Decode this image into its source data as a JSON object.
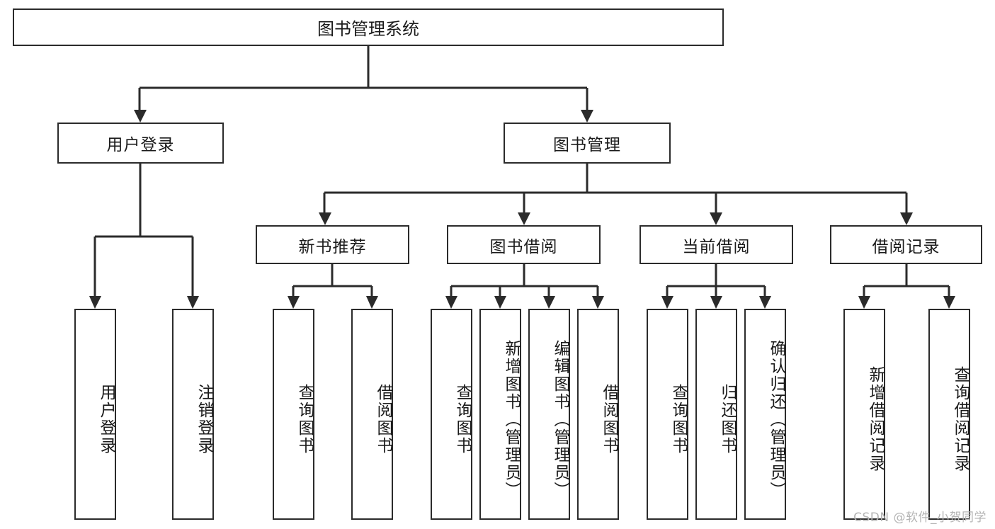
{
  "diagram": {
    "title": "图书管理系统",
    "type": "tree",
    "watermark": "CSDN @软件_小贺同学",
    "colors": {
      "box_border": "#2b2b2b",
      "box_fill": "#ffffff",
      "line": "#2b2b2b",
      "text": "#1a1a1a",
      "watermark": "#b4b4b4",
      "background": "#ffffff"
    },
    "nodes": {
      "root": {
        "label": "图书管理系统"
      },
      "level2": [
        {
          "label": "用户登录"
        },
        {
          "label": "图书管理"
        }
      ],
      "level3": [
        {
          "label": "新书推荐"
        },
        {
          "label": "图书借阅"
        },
        {
          "label": "当前借阅"
        },
        {
          "label": "借阅记录"
        }
      ],
      "leaves": {
        "user_login": [
          {
            "label": "用户登录"
          },
          {
            "label": "注销登录"
          }
        ],
        "new_book_recommend": [
          {
            "label": "查询图书"
          },
          {
            "label": "借阅图书"
          }
        ],
        "book_borrow": [
          {
            "label": "查询图书"
          },
          {
            "label": "新增图书（管理员）"
          },
          {
            "label": "编辑图书（管理员）"
          },
          {
            "label": "借阅图书"
          }
        ],
        "current_borrow": [
          {
            "label": "查询图书"
          },
          {
            "label": "归还图书"
          },
          {
            "label": "确认归还（管理员）"
          }
        ],
        "borrow_record": [
          {
            "label": "新增借阅记录"
          },
          {
            "label": "查询借阅记录"
          }
        ]
      }
    }
  }
}
